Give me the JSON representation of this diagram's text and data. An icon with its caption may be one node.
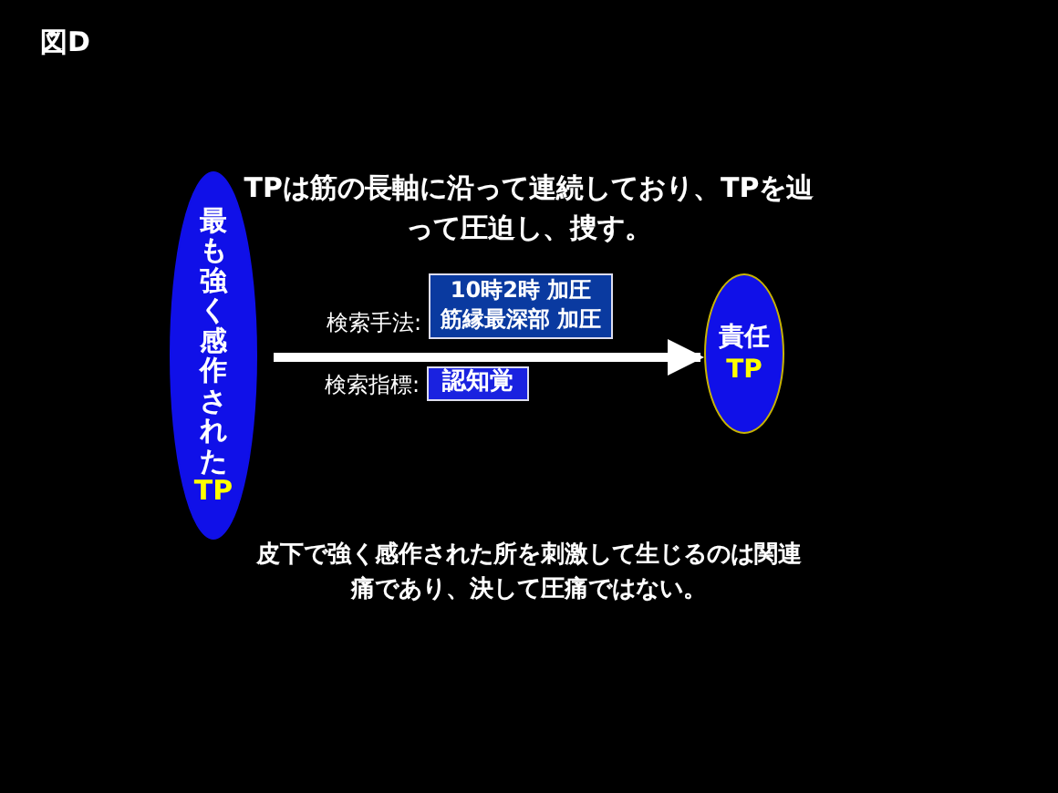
{
  "diagram": {
    "title": "図D",
    "nodes": [
      {
        "text": [
          "最も強く感作された",
          "TP"
        ]
      },
      {
        "text": [
          "10時2時 加圧",
          "筋縁最深部 加圧"
        ],
        "beside": [
          "検索手法:"
        ]
      },
      {
        "text": [
          "認知覚"
        ],
        "beside": [
          "検索指標:"
        ]
      },
      {
        "text": [
          "責任",
          "TP"
        ]
      }
    ],
    "edges": [
      {
        "from": 0,
        "to": 3,
        "arrow": "to"
      }
    ],
    "labels": [
      "**TP**は筋の長軸に沿って連続しており、**TP**を辿って圧迫し、捜す。",
      "皮下で強く感作された所を刺激して生じるのは関連痛であり、決して圧痛ではない。"
    ]
  }
}
